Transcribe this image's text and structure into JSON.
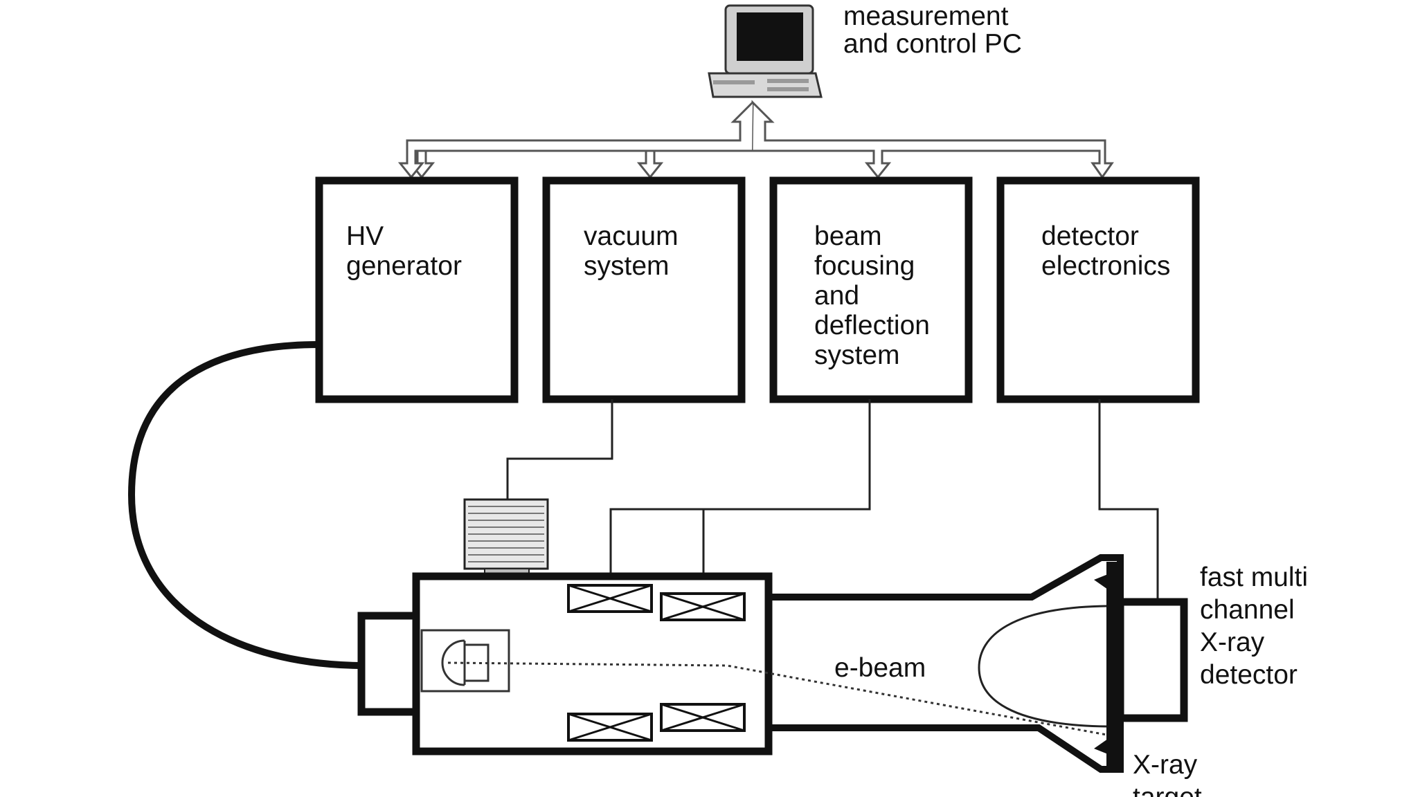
{
  "pc": {
    "label_lines": [
      "measurement",
      "and control PC"
    ]
  },
  "boxes": [
    {
      "id": "hv",
      "lines": [
        "HV",
        "generator"
      ]
    },
    {
      "id": "vacuum",
      "lines": [
        "vacuum",
        "system"
      ]
    },
    {
      "id": "beam",
      "lines": [
        "beam",
        "focusing",
        "and",
        "deflection",
        "system"
      ]
    },
    {
      "id": "detector",
      "lines": [
        "detector",
        "electronics"
      ]
    }
  ],
  "labels": {
    "ebeam": "e-beam",
    "fast_detector": [
      "fast multi",
      "channel",
      "X-ray",
      "detector"
    ],
    "xray_target": [
      "X-ray",
      "target"
    ]
  },
  "colors": {
    "stroke": "#111111",
    "bus_arrow": "#555555",
    "background": "#ffffff"
  }
}
